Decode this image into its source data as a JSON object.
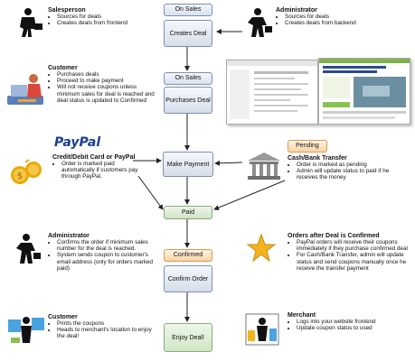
{
  "statuses": {
    "on_sales_1": "On Sales",
    "on_sales_2": "On Sales",
    "pending": "Pending",
    "paid": "Paid",
    "confirmed": "Confirmed"
  },
  "steps": {
    "creates_deal": "Creates Deal",
    "purchases_deal": "Purchases Deal",
    "make_payment": "Make Payment",
    "confirm_order": "Confirm Order",
    "enjoy_deal": "Enjoy Deal!"
  },
  "logo": "PayPal",
  "sections": {
    "salesperson": {
      "title": "Salesperson",
      "items": [
        "Sources for deals",
        "Creates deals from frontend"
      ]
    },
    "administrator_top": {
      "title": "Administrator",
      "items": [
        "Sources for deals",
        "Creates deals from backend"
      ]
    },
    "customer_top": {
      "title": "Customer",
      "items": [
        "Purchases deals",
        "Proceed to make payment",
        "Will not receive coupons unless minimum sales for deal is reached and deal status is updated to Confirmed"
      ]
    },
    "paypal_payment": {
      "title": "Credit/Debit Card or PayPal",
      "items": [
        "Order is marked paid automatically if customers pay through PayPal."
      ]
    },
    "bank_transfer": {
      "title": "Cash/Bank Transfer",
      "items": [
        "Order is marked as pending",
        "Admin will update status to paid if he receives the money"
      ]
    },
    "administrator_mid": {
      "title": "Administrator",
      "items": [
        "Confirms the order if minimum sales number for the deal is reached.",
        "System sends coupon to customer's email address (only for orders marked paid)"
      ]
    },
    "orders_after_confirmed": {
      "title": "Orders after Deal is Confirmed",
      "items": [
        "PayPal orders will receive their coupons immediately if they purchase confirmed deal",
        "For Cash/Bank Transfer, admin will update status and send coupons manually once he receive the transfer payment"
      ]
    },
    "customer_bottom": {
      "title": "Customer",
      "items": [
        "Prints the coupons",
        "Heads to merchant's location to enjoy the deal!"
      ]
    },
    "merchant": {
      "title": "Merchant",
      "items": [
        "Logs into your website frontend",
        "Update coupon status to used"
      ]
    }
  },
  "colors": {
    "blue_box": "#d7deea",
    "green_box": "#cfe5c5",
    "orange_box": "#f9d4a8",
    "arrow": "#222222"
  }
}
